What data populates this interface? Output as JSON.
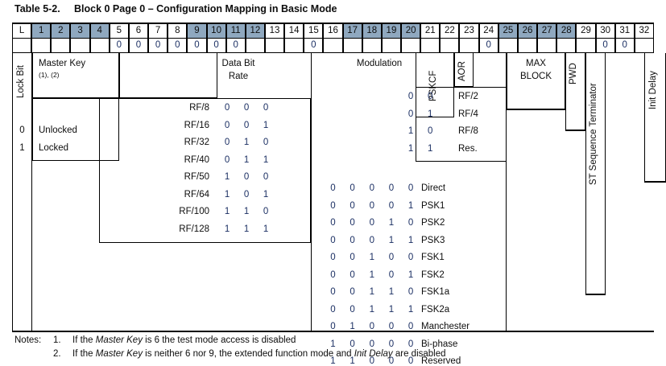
{
  "title": {
    "table_number": "Table 5-2.",
    "caption": "Block 0 Page 0 – Configuration Mapping in Basic Mode"
  },
  "colors": {
    "shaded_header": "#8fa8bf",
    "digit_text": "#1b2f63",
    "border": "#000000",
    "background": "#ffffff"
  },
  "header": {
    "columns": [
      "L",
      "1",
      "2",
      "3",
      "4",
      "5",
      "6",
      "7",
      "8",
      "9",
      "10",
      "11",
      "12",
      "13",
      "14",
      "15",
      "16",
      "17",
      "18",
      "19",
      "20",
      "21",
      "22",
      "23",
      "24",
      "25",
      "26",
      "27",
      "28",
      "29",
      "30",
      "31",
      "32"
    ],
    "shaded_columns": [
      "1",
      "2",
      "3",
      "4",
      "9",
      "10",
      "11",
      "12",
      "17",
      "18",
      "19",
      "20",
      "25",
      "26",
      "27",
      "28"
    ]
  },
  "bit_row": {
    "values": [
      "",
      "",
      "",
      "",
      "",
      "0",
      "0",
      "0",
      "0",
      "0",
      "0",
      "0",
      "",
      "",
      "",
      "0",
      "",
      "",
      "",
      "",
      "",
      "",
      "",
      "",
      "0",
      "",
      "",
      "",
      "",
      "",
      "0",
      "0",
      ""
    ]
  },
  "lock_bit": {
    "label": "Lock Bit",
    "states": [
      {
        "code": "0",
        "name": "Unlocked"
      },
      {
        "code": "1",
        "name": "Locked"
      }
    ]
  },
  "master_key": {
    "label": "Master Key",
    "footnote_refs": "(1), (2)"
  },
  "data_bit_rate": {
    "label_line1": "Data Bit",
    "label_line2": "Rate",
    "rows": [
      {
        "name": "RF/8",
        "bits": [
          "0",
          "0",
          "0"
        ]
      },
      {
        "name": "RF/16",
        "bits": [
          "0",
          "0",
          "1"
        ]
      },
      {
        "name": "RF/32",
        "bits": [
          "0",
          "1",
          "0"
        ]
      },
      {
        "name": "RF/40",
        "bits": [
          "0",
          "1",
          "1"
        ]
      },
      {
        "name": "RF/50",
        "bits": [
          "1",
          "0",
          "0"
        ]
      },
      {
        "name": "RF/64",
        "bits": [
          "1",
          "0",
          "1"
        ]
      },
      {
        "name": "RF/100",
        "bits": [
          "1",
          "1",
          "0"
        ]
      },
      {
        "name": "RF/128",
        "bits": [
          "1",
          "1",
          "1"
        ]
      }
    ]
  },
  "modulation": {
    "label": "Modulation",
    "rows": [
      {
        "bits": [
          "0",
          "0",
          "0",
          "0",
          "0"
        ],
        "name": "Direct"
      },
      {
        "bits": [
          "0",
          "0",
          "0",
          "0",
          "1"
        ],
        "name": "PSK1"
      },
      {
        "bits": [
          "0",
          "0",
          "0",
          "1",
          "0"
        ],
        "name": "PSK2"
      },
      {
        "bits": [
          "0",
          "0",
          "0",
          "1",
          "1"
        ],
        "name": "PSK3"
      },
      {
        "bits": [
          "0",
          "0",
          "1",
          "0",
          "0"
        ],
        "name": "FSK1"
      },
      {
        "bits": [
          "0",
          "0",
          "1",
          "0",
          "1"
        ],
        "name": "FSK2"
      },
      {
        "bits": [
          "0",
          "0",
          "1",
          "1",
          "0"
        ],
        "name": "FSK1a"
      },
      {
        "bits": [
          "0",
          "0",
          "1",
          "1",
          "1"
        ],
        "name": "FSK2a"
      },
      {
        "bits": [
          "0",
          "1",
          "0",
          "0",
          "0"
        ],
        "name": "Manchester"
      },
      {
        "bits": [
          "1",
          "0",
          "0",
          "0",
          "0"
        ],
        "name": "Bi-phase"
      },
      {
        "bits": [
          "1",
          "1",
          "0",
          "0",
          "0"
        ],
        "name": "Reserved"
      }
    ]
  },
  "pskcf": {
    "label": "PSKCF",
    "rows": [
      {
        "bits": [
          "0",
          "0"
        ],
        "name": "RF/2"
      },
      {
        "bits": [
          "0",
          "1"
        ],
        "name": "RF/4"
      },
      {
        "bits": [
          "1",
          "0"
        ],
        "name": "RF/8"
      },
      {
        "bits": [
          "1",
          "1"
        ],
        "name": "Res."
      }
    ]
  },
  "aor": {
    "label": "AOR"
  },
  "max_block": {
    "label_line1": "MAX",
    "label_line2": "BLOCK"
  },
  "pwd": {
    "label": "PWD"
  },
  "st_sequence_terminator": {
    "label": "ST Sequence Terminator"
  },
  "init_delay": {
    "label": "Init Delay"
  },
  "notes": {
    "lead": "Notes:",
    "items": [
      {
        "num": "1.",
        "pre": "If the ",
        "em1": "Master Key",
        "mid": " is 6 the test mode access is disabled",
        "em2": "",
        "post": ""
      },
      {
        "num": "2.",
        "pre": "If the ",
        "em1": "Master Key",
        "mid": " is neither 6 nor 9, the extended function mode and ",
        "em2": "Init Delay",
        "post": " are disabled"
      }
    ]
  }
}
